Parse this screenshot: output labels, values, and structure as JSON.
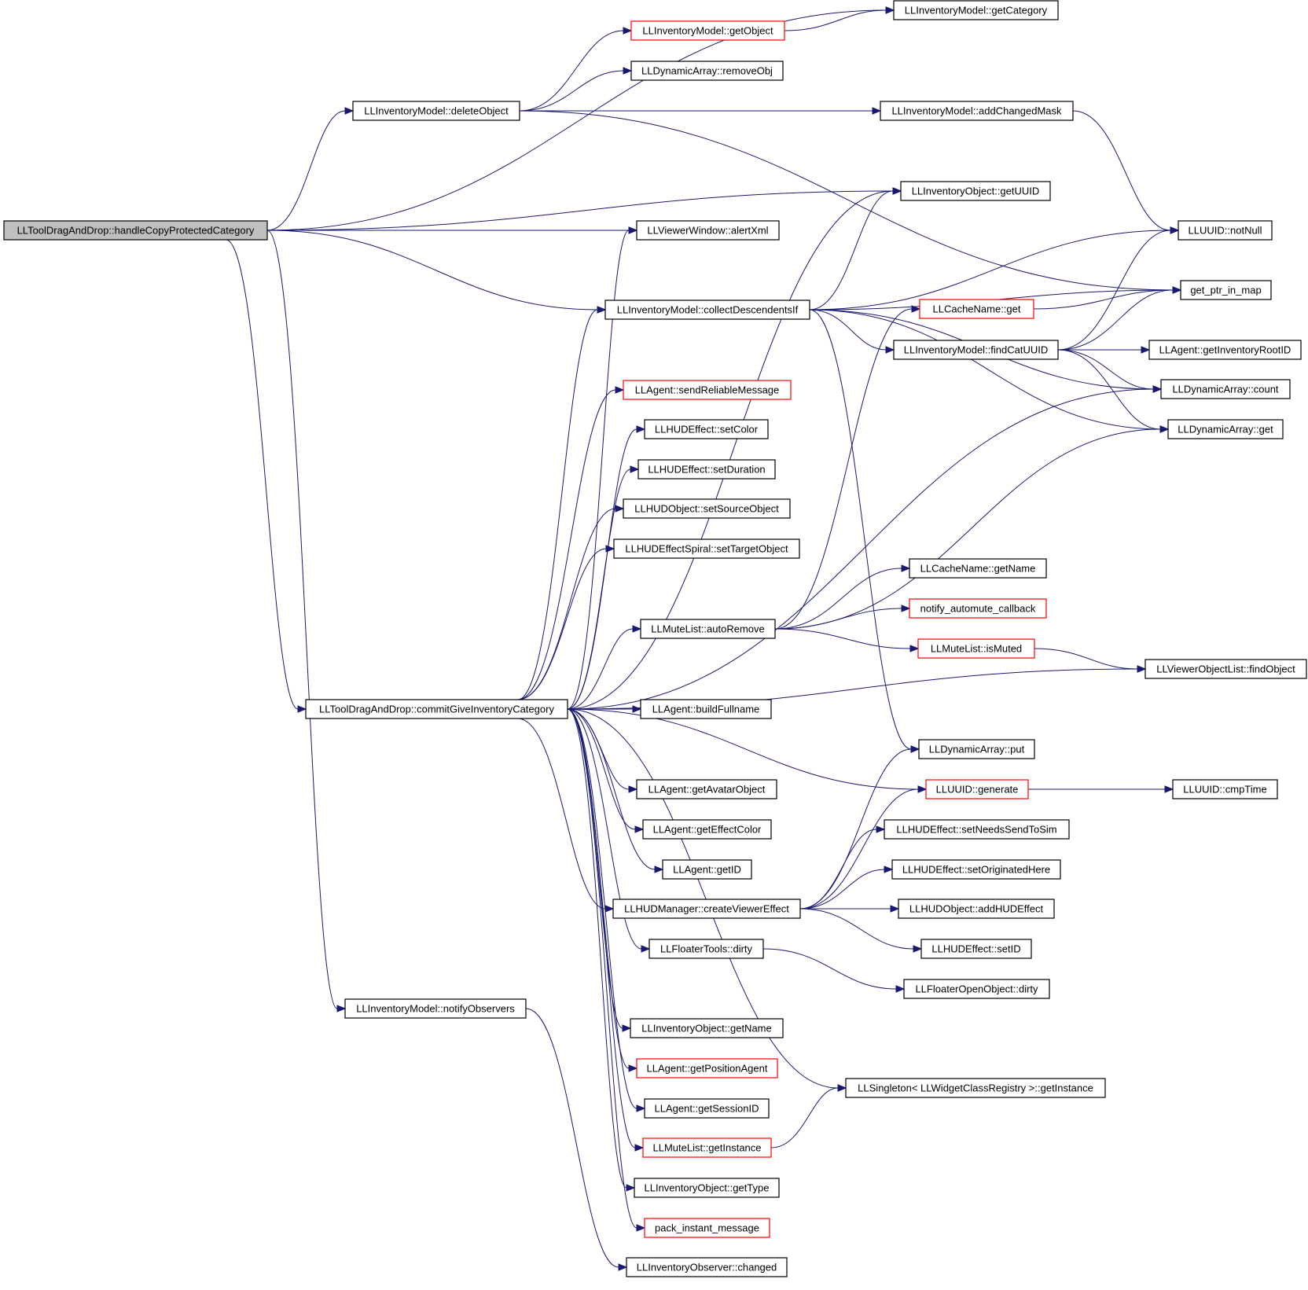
{
  "colors": {
    "edge": "#191970",
    "node_border": "#000000",
    "node_border_truncated": "#ff0000",
    "root_fill": "#bfbfbf",
    "node_fill": "#ffffff"
  },
  "nodes": [
    {
      "id": "root",
      "label": "LLToolDragAndDrop::handleCopyProtectedCategory",
      "style": "root"
    },
    {
      "id": "getCategory",
      "label": "LLInventoryModel::getCategory",
      "style": "normal"
    },
    {
      "id": "getObject",
      "label": "LLInventoryModel::getObject",
      "style": "red"
    },
    {
      "id": "removeObj",
      "label": "LLDynamicArray::removeObj",
      "style": "normal"
    },
    {
      "id": "deleteObject",
      "label": "LLInventoryModel::deleteObject",
      "style": "normal"
    },
    {
      "id": "addChangedMask",
      "label": "LLInventoryModel::addChangedMask",
      "style": "normal"
    },
    {
      "id": "getUUID",
      "label": "LLInventoryObject::getUUID",
      "style": "normal"
    },
    {
      "id": "alertXml",
      "label": "LLViewerWindow::alertXml",
      "style": "normal"
    },
    {
      "id": "notNull",
      "label": "LLUUID::notNull",
      "style": "normal"
    },
    {
      "id": "getPtrInMap",
      "label": "get_ptr_in_map",
      "style": "normal"
    },
    {
      "id": "collectDescendentsIf",
      "label": "LLInventoryModel::collectDescendentsIf",
      "style": "normal"
    },
    {
      "id": "cacheGet",
      "label": "LLCacheName::get",
      "style": "red"
    },
    {
      "id": "findCatUUID",
      "label": "LLInventoryModel::findCatUUID",
      "style": "normal"
    },
    {
      "id": "getInventoryRootID",
      "label": "LLAgent::getInventoryRootID",
      "style": "normal"
    },
    {
      "id": "daCount",
      "label": "LLDynamicArray::count",
      "style": "normal"
    },
    {
      "id": "daGet",
      "label": "LLDynamicArray::get",
      "style": "normal"
    },
    {
      "id": "sendReliableMessage",
      "label": "LLAgent::sendReliableMessage",
      "style": "red"
    },
    {
      "id": "setColor",
      "label": "LLHUDEffect::setColor",
      "style": "normal"
    },
    {
      "id": "setDuration",
      "label": "LLHUDEffect::setDuration",
      "style": "normal"
    },
    {
      "id": "setSourceObject",
      "label": "LLHUDObject::setSourceObject",
      "style": "normal"
    },
    {
      "id": "setTargetObject",
      "label": "LLHUDEffectSpiral::setTargetObject",
      "style": "normal"
    },
    {
      "id": "cacheGetName",
      "label": "LLCacheName::getName",
      "style": "normal"
    },
    {
      "id": "notifyAutomute",
      "label": "notify_automute_callback",
      "style": "red"
    },
    {
      "id": "autoRemove",
      "label": "LLMuteList::autoRemove",
      "style": "normal"
    },
    {
      "id": "isMuted",
      "label": "LLMuteList::isMuted",
      "style": "red"
    },
    {
      "id": "findObject",
      "label": "LLViewerObjectList::findObject",
      "style": "normal"
    },
    {
      "id": "commitGive",
      "label": "LLToolDragAndDrop::commitGiveInventoryCategory",
      "style": "normal"
    },
    {
      "id": "buildFullname",
      "label": "LLAgent::buildFullname",
      "style": "normal"
    },
    {
      "id": "daPut",
      "label": "LLDynamicArray::put",
      "style": "normal"
    },
    {
      "id": "getAvatarObject",
      "label": "LLAgent::getAvatarObject",
      "style": "normal"
    },
    {
      "id": "generate",
      "label": "LLUUID::generate",
      "style": "red"
    },
    {
      "id": "cmpTime",
      "label": "LLUUID::cmpTime",
      "style": "normal"
    },
    {
      "id": "getEffectColor",
      "label": "LLAgent::getEffectColor",
      "style": "normal"
    },
    {
      "id": "setNeedsSendToSim",
      "label": "LLHUDEffect::setNeedsSendToSim",
      "style": "normal"
    },
    {
      "id": "agentGetID",
      "label": "LLAgent::getID",
      "style": "normal"
    },
    {
      "id": "setOriginatedHere",
      "label": "LLHUDEffect::setOriginatedHere",
      "style": "normal"
    },
    {
      "id": "createViewerEffect",
      "label": "LLHUDManager::createViewerEffect",
      "style": "normal"
    },
    {
      "id": "addHUDEffect",
      "label": "LLHUDObject::addHUDEffect",
      "style": "normal"
    },
    {
      "id": "floaterToolsDirty",
      "label": "LLFloaterTools::dirty",
      "style": "normal"
    },
    {
      "id": "hudSetID",
      "label": "LLHUDEffect::setID",
      "style": "normal"
    },
    {
      "id": "floaterOpenObjectDirty",
      "label": "LLFloaterOpenObject::dirty",
      "style": "normal"
    },
    {
      "id": "notifyObservers",
      "label": "LLInventoryModel::notifyObservers",
      "style": "normal"
    },
    {
      "id": "invGetName",
      "label": "LLInventoryObject::getName",
      "style": "normal"
    },
    {
      "id": "getPositionAgent",
      "label": "LLAgent::getPositionAgent",
      "style": "red"
    },
    {
      "id": "singletonGetInstance",
      "label": "LLSingleton< LLWidgetClassRegistry >::getInstance",
      "style": "normal"
    },
    {
      "id": "getSessionID",
      "label": "LLAgent::getSessionID",
      "style": "normal"
    },
    {
      "id": "muteGetInstance",
      "label": "LLMuteList::getInstance",
      "style": "red"
    },
    {
      "id": "invGetType",
      "label": "LLInventoryObject::getType",
      "style": "normal"
    },
    {
      "id": "packInstantMessage",
      "label": "pack_instant_message",
      "style": "red"
    },
    {
      "id": "observerChanged",
      "label": "LLInventoryObserver::changed",
      "style": "normal"
    }
  ],
  "edges": [
    [
      "root",
      "getCategory"
    ],
    [
      "root",
      "deleteObject"
    ],
    [
      "root",
      "getUUID"
    ],
    [
      "root",
      "alertXml"
    ],
    [
      "root",
      "collectDescendentsIf"
    ],
    [
      "root",
      "commitGive"
    ],
    [
      "root",
      "notifyObservers"
    ],
    [
      "getObject",
      "getCategory"
    ],
    [
      "deleteObject",
      "getObject"
    ],
    [
      "deleteObject",
      "removeObj"
    ],
    [
      "deleteObject",
      "addChangedMask"
    ],
    [
      "deleteObject",
      "getPtrInMap"
    ],
    [
      "addChangedMask",
      "notNull"
    ],
    [
      "collectDescendentsIf",
      "getUUID"
    ],
    [
      "collectDescendentsIf",
      "notNull"
    ],
    [
      "collectDescendentsIf",
      "getPtrInMap"
    ],
    [
      "collectDescendentsIf",
      "findCatUUID"
    ],
    [
      "collectDescendentsIf",
      "daCount"
    ],
    [
      "collectDescendentsIf",
      "daGet"
    ],
    [
      "collectDescendentsIf",
      "daPut"
    ],
    [
      "cacheGet",
      "getPtrInMap"
    ],
    [
      "findCatUUID",
      "getInventoryRootID"
    ],
    [
      "findCatUUID",
      "daCount"
    ],
    [
      "findCatUUID",
      "daGet"
    ],
    [
      "findCatUUID",
      "notNull"
    ],
    [
      "findCatUUID",
      "getPtrInMap"
    ],
    [
      "autoRemove",
      "cacheGet"
    ],
    [
      "autoRemove",
      "cacheGetName"
    ],
    [
      "autoRemove",
      "notifyAutomute"
    ],
    [
      "autoRemove",
      "isMuted"
    ],
    [
      "autoRemove",
      "daGet"
    ],
    [
      "isMuted",
      "findObject"
    ],
    [
      "commitGive",
      "alertXml"
    ],
    [
      "commitGive",
      "getUUID"
    ],
    [
      "commitGive",
      "collectDescendentsIf"
    ],
    [
      "commitGive",
      "sendReliableMessage"
    ],
    [
      "commitGive",
      "setColor"
    ],
    [
      "commitGive",
      "setDuration"
    ],
    [
      "commitGive",
      "setSourceObject"
    ],
    [
      "commitGive",
      "setTargetObject"
    ],
    [
      "commitGive",
      "autoRemove"
    ],
    [
      "commitGive",
      "findObject"
    ],
    [
      "commitGive",
      "buildFullname"
    ],
    [
      "commitGive",
      "generate"
    ],
    [
      "commitGive",
      "getAvatarObject"
    ],
    [
      "commitGive",
      "getEffectColor"
    ],
    [
      "commitGive",
      "agentGetID"
    ],
    [
      "commitGive",
      "createViewerEffect"
    ],
    [
      "commitGive",
      "floaterToolsDirty"
    ],
    [
      "commitGive",
      "singletonGetInstance"
    ],
    [
      "commitGive",
      "invGetName"
    ],
    [
      "commitGive",
      "getPositionAgent"
    ],
    [
      "commitGive",
      "getSessionID"
    ],
    [
      "commitGive",
      "muteGetInstance"
    ],
    [
      "commitGive",
      "invGetType"
    ],
    [
      "commitGive",
      "packInstantMessage"
    ],
    [
      "commitGive",
      "daCount"
    ],
    [
      "generate",
      "cmpTime"
    ],
    [
      "createViewerEffect",
      "daPut"
    ],
    [
      "createViewerEffect",
      "generate"
    ],
    [
      "createViewerEffect",
      "setNeedsSendToSim"
    ],
    [
      "createViewerEffect",
      "setOriginatedHere"
    ],
    [
      "createViewerEffect",
      "addHUDEffect"
    ],
    [
      "createViewerEffect",
      "hudSetID"
    ],
    [
      "floaterToolsDirty",
      "floaterOpenObjectDirty"
    ],
    [
      "muteGetInstance",
      "singletonGetInstance"
    ],
    [
      "notifyObservers",
      "observerChanged"
    ]
  ]
}
